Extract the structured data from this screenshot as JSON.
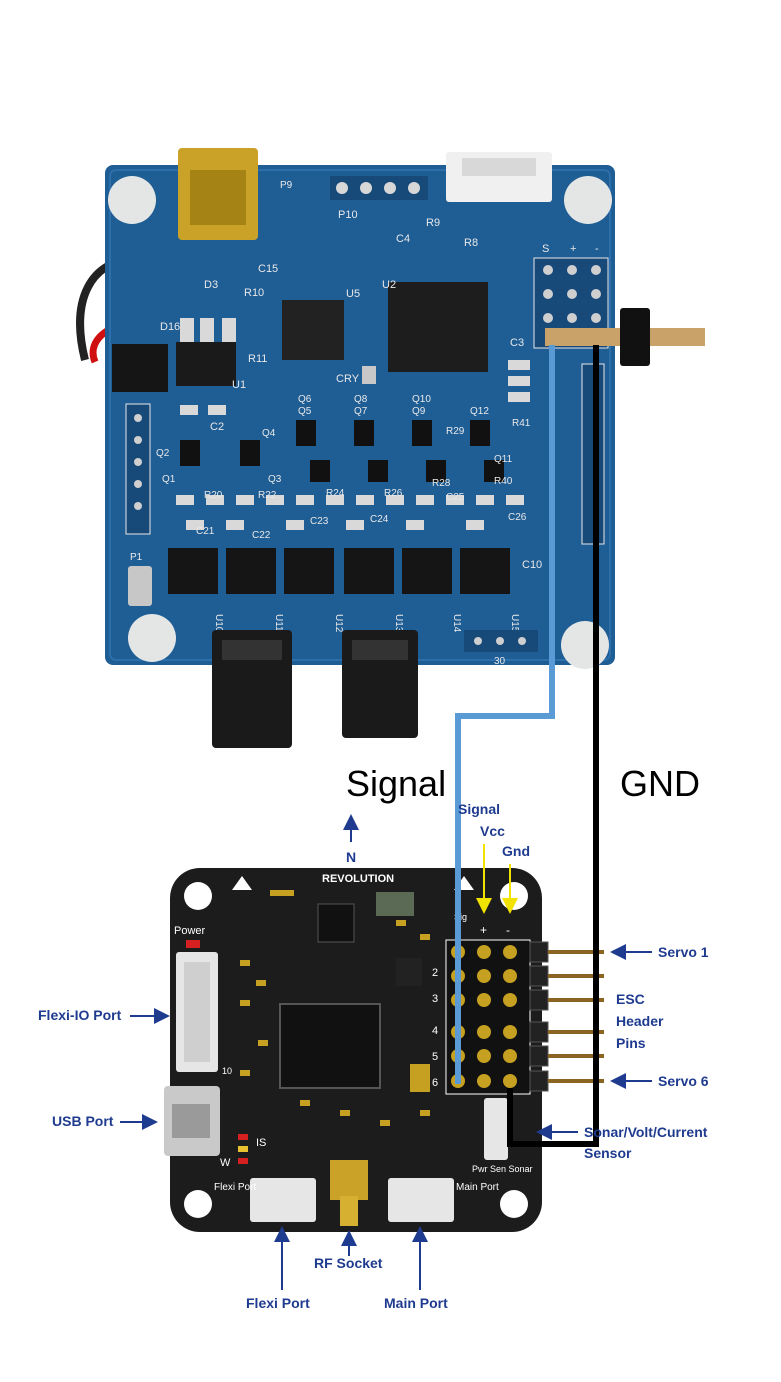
{
  "wire_labels": {
    "signal": "Signal",
    "gnd": "GND"
  },
  "colors": {
    "signal_wire": "#5b9bd5",
    "gnd_wire": "#000000",
    "label_blue": "#1f3b8f",
    "marker_yellow": "#f2e200",
    "top_board": "#1f5d95",
    "bottom_board": "#1c1c1c"
  },
  "top_board_silk": {
    "connectors": [
      "P9",
      "P10"
    ],
    "header_pins": [
      "S",
      "+",
      "-"
    ],
    "chips": [
      "U1",
      "U2",
      "U5",
      "U10",
      "U11",
      "U12",
      "U13",
      "U14",
      "U15"
    ],
    "parts": [
      "D3",
      "D16",
      "R10",
      "R11",
      "C15",
      "C3",
      "R8",
      "R9",
      "C4",
      "CRY",
      "C10",
      "C2",
      "C26",
      "C25",
      "C24",
      "C23",
      "C22",
      "C21",
      "Q1",
      "Q2",
      "Q3",
      "Q4",
      "Q5",
      "Q6",
      "Q7",
      "Q8",
      "Q9",
      "Q10",
      "Q11",
      "Q12",
      "R40",
      "R41",
      "R29",
      "R28",
      "R26",
      "R24",
      "R22",
      "R20",
      "P1",
      "30"
    ]
  },
  "bottom_board_silk": {
    "brand": "REVOLUTION",
    "pin_numbers": [
      "2",
      "3",
      "4",
      "5",
      "6"
    ],
    "pin_signs": [
      "+",
      "-"
    ],
    "sig": "Sig",
    "power": "Power",
    "ten": "10",
    "is": "IS",
    "w": "W",
    "flexi": "Flexi Port",
    "main": "Main Port",
    "pwr": "Pwr Sen Sonar"
  },
  "callouts": {
    "north": "N",
    "signal": "Signal",
    "vcc": "Vcc",
    "gnd": "Gnd",
    "servo1": "Servo 1",
    "esc": [
      "ESC",
      "Header",
      "Pins"
    ],
    "servo6": "Servo 6",
    "sonar": [
      "Sonar/Volt/Current",
      "Sensor"
    ],
    "flexi_io": "Flexi-IO Port",
    "usb": "USB Port",
    "rf": "RF Socket",
    "flexi": "Flexi Port",
    "main": "Main Port"
  }
}
